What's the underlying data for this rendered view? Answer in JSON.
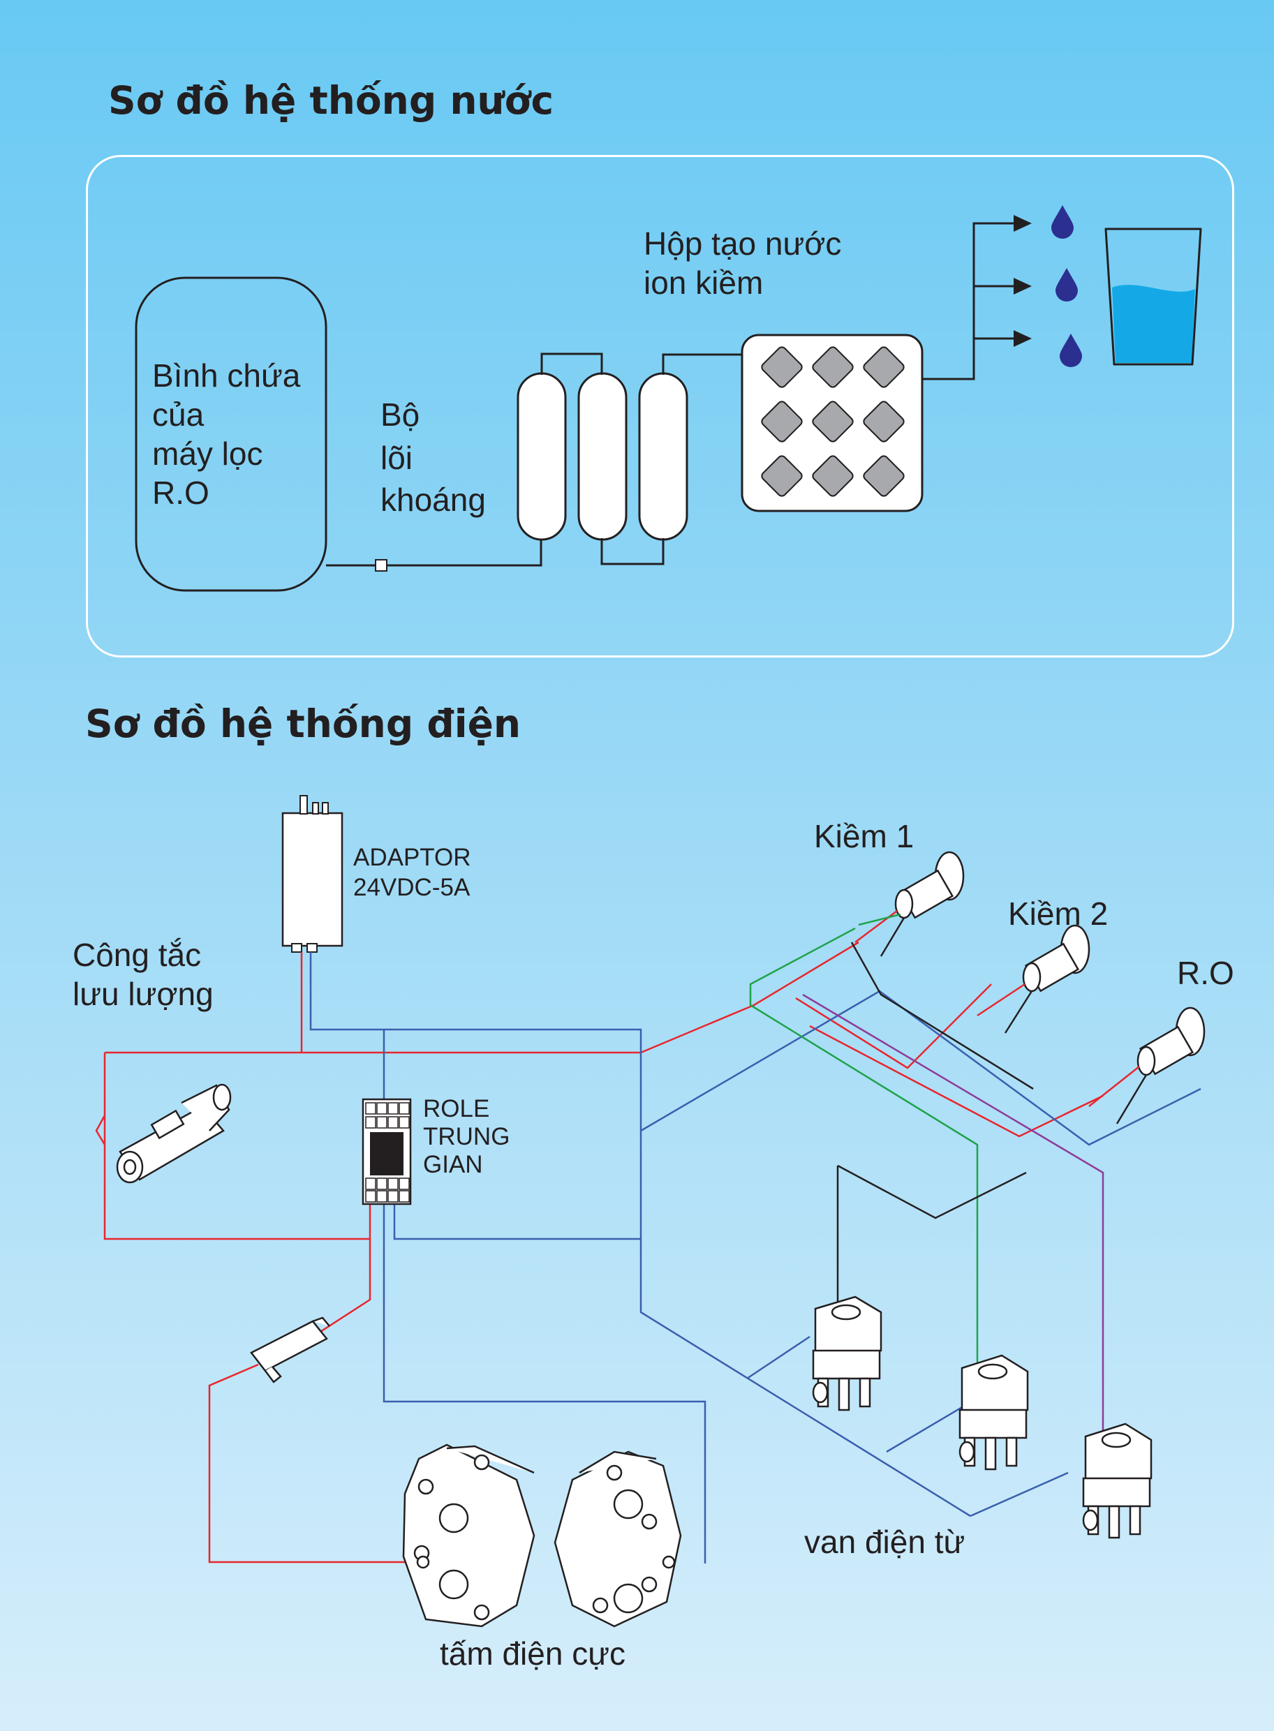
{
  "water_section": {
    "heading": "Sơ đồ hệ thống nước",
    "tank_label": [
      "Bình chứa",
      "của",
      "máy lọc",
      "R.O"
    ],
    "filter_label": [
      "Bộ",
      "lõi",
      "khoáng"
    ],
    "ion_box_label": [
      "Hộp tạo nước",
      "ion kiềm"
    ]
  },
  "electric_section": {
    "heading": "Sơ đồ hệ thống điện",
    "adaptor_label": [
      "ADAPTOR",
      "24VDC-5A"
    ],
    "flow_switch_label": [
      "Công tắc",
      "lưu lượng"
    ],
    "relay_label": [
      "ROLE",
      "TRUNG",
      "GIAN"
    ],
    "outlet_labels": [
      "Kiềm 1",
      "Kiềm 2",
      "R.O"
    ],
    "valve_label": "van điện từ",
    "electrode_label": "tấm điện cực"
  },
  "colors": {
    "background_top": "#68c9f3",
    "background_bottom": "#d6eefb",
    "wire_red": "#e8262d",
    "wire_blue": "#3a5fae",
    "wire_green": "#1fa34a",
    "wire_purple": "#8e3c97",
    "wire_black": "#231f20",
    "water_drop": "#2b2f8f",
    "glass_water": "#14a9e6"
  }
}
